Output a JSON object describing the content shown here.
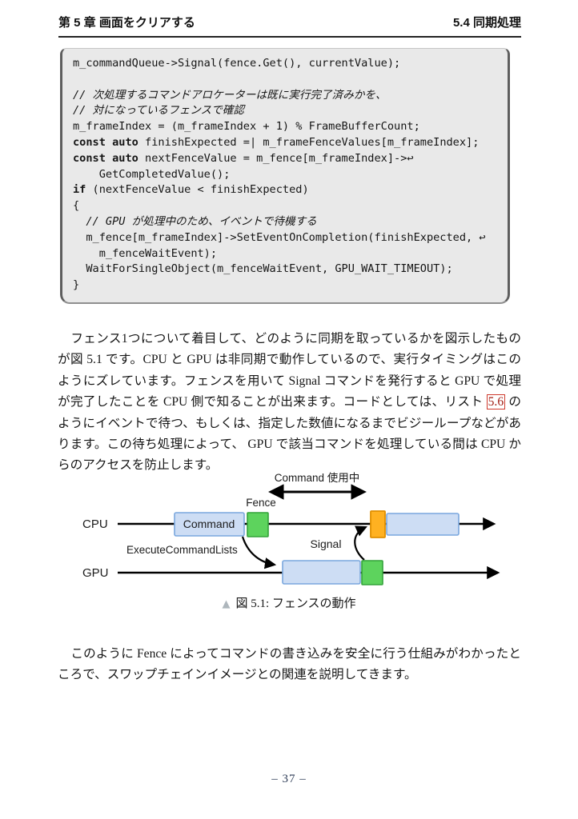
{
  "header": {
    "left": "第 5 章 画面をクリアする",
    "right": "5.4 同期処理"
  },
  "code": {
    "lines": [
      [
        {
          "t": "m_commandQueue->Signal(fence.Get(), currentValue);",
          "s": "p"
        }
      ],
      [
        {
          "t": "",
          "s": "p"
        }
      ],
      [
        {
          "t": "// 次処理するコマンドアロケーターは既に実行完了済みかを、",
          "s": "c"
        }
      ],
      [
        {
          "t": "// 対になっているフェンスで確認",
          "s": "c"
        }
      ],
      [
        {
          "t": "m_frameIndex = (m_frameIndex + 1) % FrameBufferCount;",
          "s": "p"
        }
      ],
      [
        {
          "t": "const auto",
          "s": "k"
        },
        {
          "t": " finishExpected =| m_frameFenceValues[m_frameIndex];",
          "s": "p"
        }
      ],
      [
        {
          "t": "const auto",
          "s": "k"
        },
        {
          "t": " nextFenceValue = m_fence[m_frameIndex]->↩",
          "s": "p"
        }
      ],
      [
        {
          "t": "    GetCompletedValue();",
          "s": "p"
        }
      ],
      [
        {
          "t": "if",
          "s": "k"
        },
        {
          "t": " (nextFenceValue < finishExpected)",
          "s": "p"
        }
      ],
      [
        {
          "t": "{",
          "s": "p"
        }
      ],
      [
        {
          "t": "  ",
          "s": "p"
        },
        {
          "t": "// GPU が処理中のため、イベントで待機する",
          "s": "c"
        }
      ],
      [
        {
          "t": "  m_fence[m_frameIndex]->SetEventOnCompletion(finishExpected, ↩",
          "s": "p"
        }
      ],
      [
        {
          "t": "    m_fenceWaitEvent);",
          "s": "p"
        }
      ],
      [
        {
          "t": "  WaitForSingleObject(m_fenceWaitEvent, GPU_WAIT_TIMEOUT);",
          "s": "p"
        }
      ],
      [
        {
          "t": "}",
          "s": "p"
        }
      ]
    ]
  },
  "paragraph1": {
    "runs": [
      {
        "t": "フェンス1つについて着目して、どのように同期を取っているかを図示したものが図 5.1 です。CPU と GPU は非同期で動作しているので、実行タイミングはこのようにズレています。フェンスを用いて Signal コマンドを発行すると GPU で処理が完了したことを CPU 側で知ることが出来ます。コードとしては、リスト ",
        "s": "plain"
      },
      {
        "t": "5.6",
        "s": "ref"
      },
      {
        "t": " のようにイベントで待つ、もしくは、指定した数値になるまでビジーループなどがあります。この待ち処理によって、 GPU で該当コマンドを処理している間は CPU からのアクセスを防止します。",
        "s": "plain"
      }
    ]
  },
  "figure": {
    "busy_label": "Command 使用中",
    "fence_label": "Fence",
    "cpu_label": "CPU",
    "gpu_label": "GPU",
    "command_label": "Command",
    "execute_label": "ExecuteCommandLists",
    "signal_label": "Signal",
    "colors": {
      "box_blue_fill": "#cdddf4",
      "box_blue_border": "#7aa7de",
      "green_fill": "#5dd35d",
      "green_border": "#33a33a",
      "orange_fill": "#ffb121",
      "orange_border": "#e08f00"
    },
    "caption_marker": "▲",
    "caption": "図 5.1: フェンスの動作"
  },
  "paragraph2": "このように Fence によってコマンドの書き込みを安全に行う仕組みがわかったところで、スワップチェインイメージとの関連を説明してきます。",
  "footer": "– 37 –"
}
